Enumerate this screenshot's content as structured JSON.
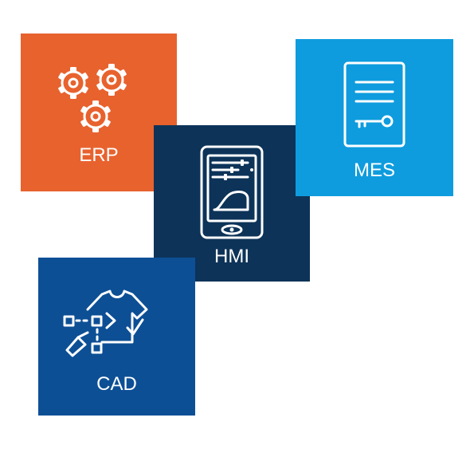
{
  "tiles": [
    {
      "id": "erp",
      "label": "ERP",
      "color": "#E8622E",
      "icon": "gears-icon"
    },
    {
      "id": "hmi",
      "label": "HMI",
      "color": "#0D3358",
      "icon": "handheld-panel-icon"
    },
    {
      "id": "mes",
      "label": "MES",
      "color": "#0E9CDE",
      "icon": "document-key-icon"
    },
    {
      "id": "cad",
      "label": "CAD",
      "color": "#0D4F95",
      "icon": "tshirt-design-icon"
    }
  ]
}
